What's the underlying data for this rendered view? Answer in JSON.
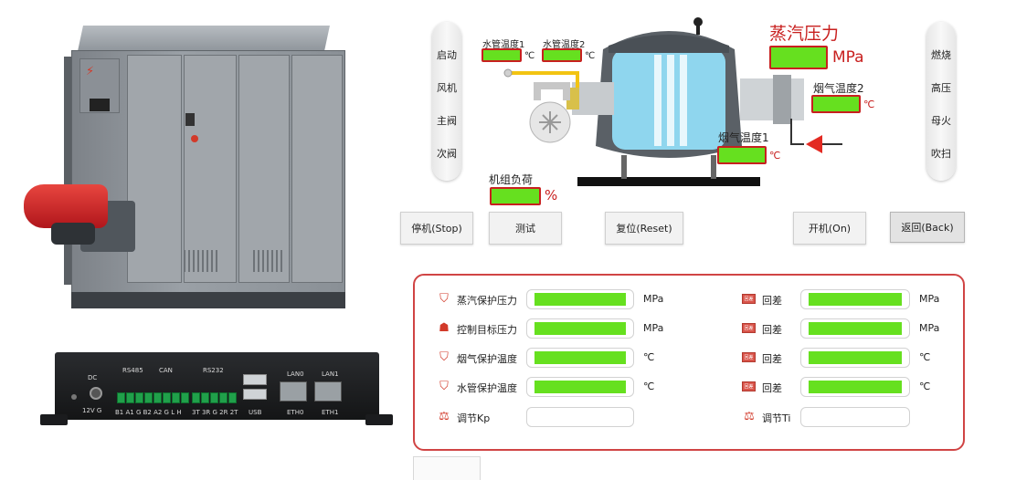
{
  "hmi": {
    "left_controls": [
      "启动",
      "风机",
      "主阀",
      "次阀"
    ],
    "right_controls": [
      "燃烧",
      "高压",
      "母火",
      "吹扫"
    ],
    "water_temp_1": {
      "label": "水管温度1",
      "unit": "℃"
    },
    "water_temp_2": {
      "label": "水管温度2",
      "unit": "℃"
    },
    "steam_pressure": {
      "label": "蒸汽压力",
      "unit": "MPa"
    },
    "flue_temp_2": {
      "label": "烟气温度2",
      "unit": "℃"
    },
    "flue_temp_1": {
      "label": "烟气温度1",
      "unit": "℃"
    },
    "unit_load": {
      "label": "机组负荷",
      "unit": "%"
    },
    "buttons": {
      "stop": "停机(Stop)",
      "test": "测试",
      "reset": "复位(Reset)",
      "on": "开机(On)",
      "back": "返回(Back)"
    },
    "settings": {
      "rows": [
        {
          "label": "蒸汽保护压力",
          "unit": "MPa",
          "diff_label": "回差",
          "diff_unit": "MPa"
        },
        {
          "label": "控制目标压力",
          "unit": "MPa",
          "diff_label": "回差",
          "diff_unit": "MPa"
        },
        {
          "label": "烟气保护温度",
          "unit": "℃",
          "diff_label": "回差",
          "diff_unit": "℃"
        },
        {
          "label": "水管保护温度",
          "unit": "℃",
          "diff_label": "回差",
          "diff_unit": "℃"
        }
      ],
      "kp_label": "调节Kp",
      "ti_label": "调节Ti"
    },
    "colors": {
      "value_fill": "#66e01f",
      "alert_red": "#c8201f",
      "vessel": "#8fd6ee",
      "panel_border": "#d04444"
    }
  },
  "gateway": {
    "port_labels": {
      "dc": "DC",
      "rs485": "RS485",
      "can": "CAN",
      "rs232": "RS232",
      "lan0": "LAN0",
      "lan1": "LAN1",
      "power_pins": "12V G",
      "terminal_pins": "B1 A1 G B2 A2 G L H",
      "rs232_pins": "3T 3R G 2R 2T",
      "usb": "USB",
      "eth0": "ETH0",
      "eth1": "ETH1"
    }
  },
  "icons": {
    "shield": "shield-icon",
    "hierarchy": "hierarchy-icon",
    "diff": "difference-icon",
    "balance": "balance-scale-icon"
  }
}
